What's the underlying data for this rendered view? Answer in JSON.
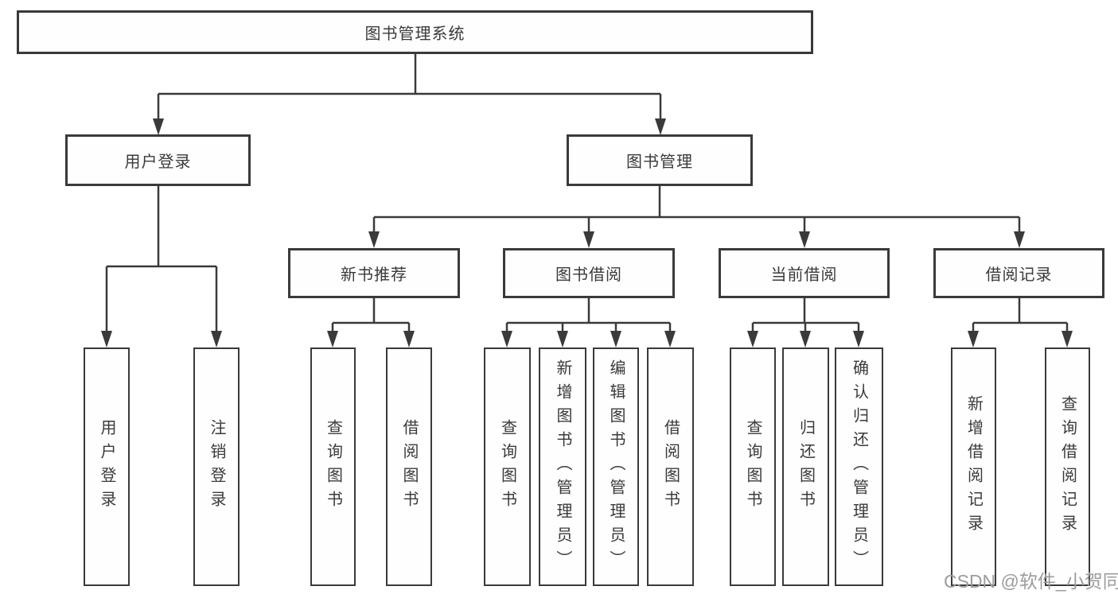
{
  "tree": {
    "root": {
      "label": "图书管理系统"
    },
    "branches": [
      {
        "label": "用户登录",
        "children": [
          {
            "label": "用户登录"
          },
          {
            "label": "注销登录"
          }
        ]
      },
      {
        "label": "图书管理",
        "children": [
          {
            "label": "新书推荐",
            "children": [
              {
                "label": "查询图书"
              },
              {
                "label": "借阅图书"
              }
            ]
          },
          {
            "label": "图书借阅",
            "children": [
              {
                "label": "查询图书"
              },
              {
                "label": "新增图书（管理员）"
              },
              {
                "label": "编辑图书（管理员）"
              },
              {
                "label": "借阅图书"
              }
            ]
          },
          {
            "label": "当前借阅",
            "children": [
              {
                "label": "查询图书"
              },
              {
                "label": "归还图书"
              },
              {
                "label": "确认归还（管理员）"
              }
            ]
          },
          {
            "label": "借阅记录",
            "children": [
              {
                "label": "新增借阅记录"
              },
              {
                "label": "查询借阅记录"
              }
            ]
          }
        ]
      }
    ]
  },
  "watermark": {
    "text": "CSDN @软件_小贺同学"
  },
  "colors": {
    "line": "#3a3a3a",
    "text": "#3a3a3a",
    "watermark": "#9c9c9c",
    "background": "#ffffff"
  }
}
